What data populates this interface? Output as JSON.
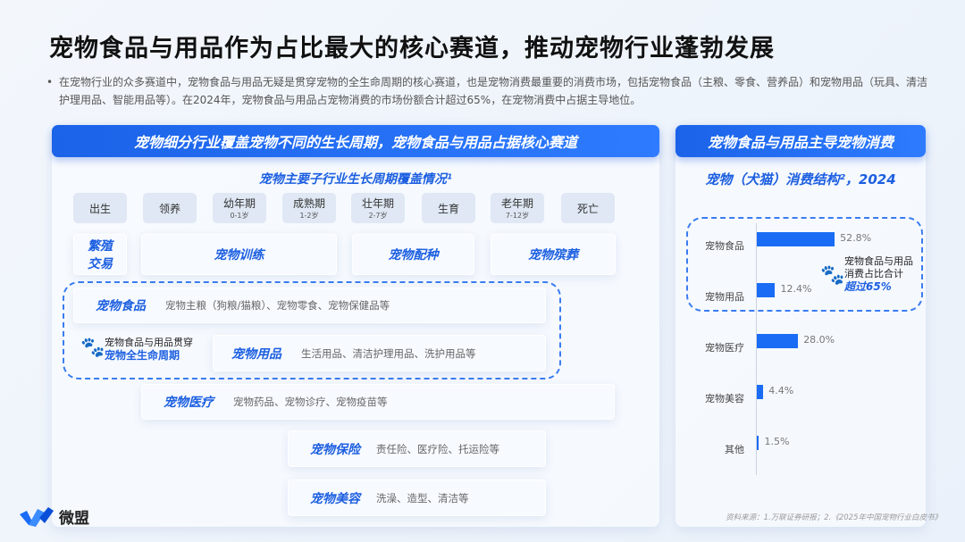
{
  "title": "宠物食品与用品作为占比最大的核心赛道，推动宠物行业蓬勃发展",
  "description": "在宠物行业的众多赛道中，宠物食品与用品无疑是贯穿宠物的全生命周期的核心赛道，也是宠物消费最重要的消费市场，包括宠物食品（主粮、零食、营养品）和宠物用品（玩具、清洁护理用品、智能用品等）。在2024年，宠物食品与用品占宠物消费的市场份额合计超过65%，在宠物消费中占据主导地位。",
  "left": {
    "header": "宠物细分行业覆盖宠物不同的生长周期，宠物食品与用品占据核心赛道",
    "subtitle": "宠物主要子行业生长周期覆盖情况¹",
    "stages": [
      {
        "name": "出生",
        "age": ""
      },
      {
        "name": "领养",
        "age": ""
      },
      {
        "name": "幼年期",
        "age": "0-1岁"
      },
      {
        "name": "成熟期",
        "age": "1-2岁"
      },
      {
        "name": "壮年期",
        "age": "2-7岁"
      },
      {
        "name": "生育",
        "age": ""
      },
      {
        "name": "老年期",
        "age": "7-12岁"
      },
      {
        "name": "死亡",
        "age": ""
      }
    ],
    "row2": [
      "繁殖交易",
      "宠物训练",
      "宠物配种",
      "宠物殡葬"
    ],
    "food": {
      "label": "宠物食品",
      "desc": "宠物主粮（狗粮/猫粮）、宠物零食、宠物保健品等"
    },
    "supplies": {
      "label": "宠物用品",
      "desc": "生活用品、清洁护理用品、洗护用品等"
    },
    "note1": "宠物食品与用品贯穿",
    "note2": "宠物全生命周期",
    "medical": {
      "label": "宠物医疗",
      "desc": "宠物药品、宠物诊疗、宠物疫苗等"
    },
    "insurance": {
      "label": "宠物保险",
      "desc": "责任险、医疗险、托运险等"
    },
    "beauty": {
      "label": "宠物美容",
      "desc": "洗澡、造型、清洁等"
    }
  },
  "right": {
    "header": "宠物食品与用品主导宠物消费",
    "annotation1": "宠物食品与用品",
    "annotation2": "消费占比合计",
    "annotation3": "超过65%"
  },
  "chart_data": {
    "type": "bar",
    "orientation": "horizontal",
    "title": "宠物（犬猫）消费结构²，2024",
    "categories": [
      "宠物食品",
      "宠物用品",
      "宠物医疗",
      "宠物美容",
      "其他"
    ],
    "values": [
      52.8,
      12.4,
      28.0,
      4.4,
      1.5
    ],
    "labels": [
      "52.8%",
      "12.4%",
      "28.0%",
      "4.4%",
      "1.5%"
    ],
    "unit": "%",
    "color": "#1a6cf5"
  },
  "footer": {
    "logo": "微盟",
    "source": "资料来源：1.万联证券研报；2.《2025年中国宠物行业白皮书》"
  }
}
